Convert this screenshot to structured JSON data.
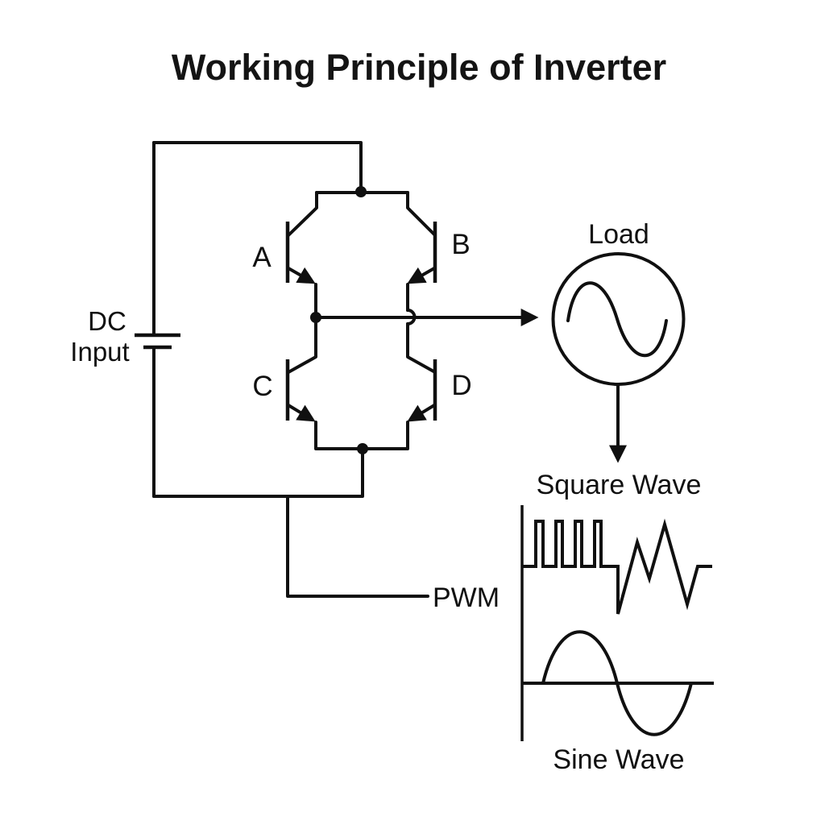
{
  "title": "Working Principle of Inverter",
  "dc_source": {
    "line1": "DC",
    "line2": "Input"
  },
  "bridge": {
    "transistor_a": "A",
    "transistor_b": "B",
    "transistor_c": "C",
    "transistor_d": "D"
  },
  "load": {
    "label": "Load"
  },
  "pwm": {
    "label": "PWM"
  },
  "plots": {
    "square_wave_label": "Square Wave",
    "sine_wave_label": "Sine Wave"
  },
  "colors": {
    "ink": "#101010",
    "background": "#ffffff"
  }
}
